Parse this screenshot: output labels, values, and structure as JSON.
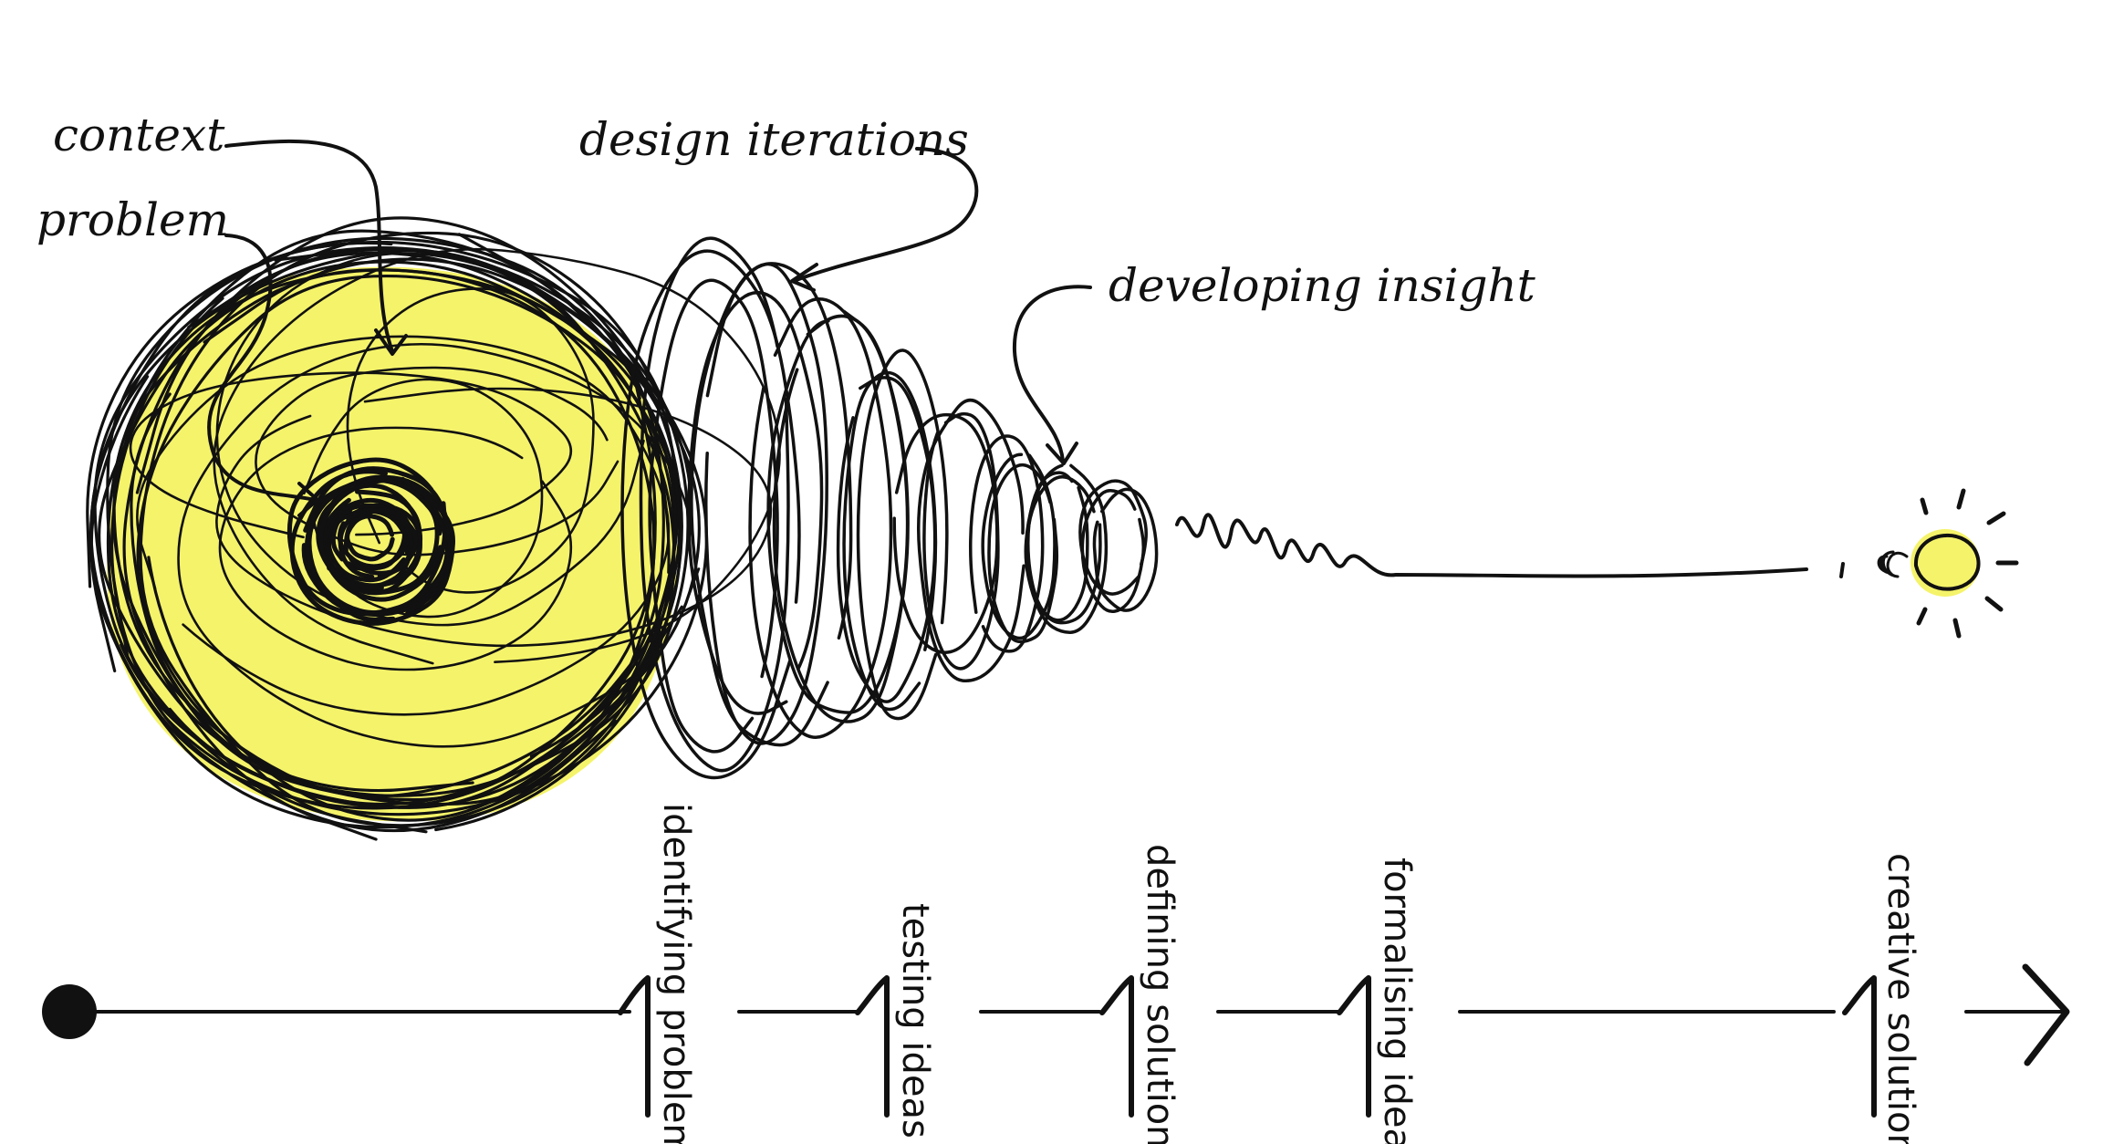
{
  "colors": {
    "ink": "#111111",
    "highlight": "#f5f36a"
  },
  "annotations": {
    "context": "context",
    "problem": "problem",
    "design_iterations": "design iterations",
    "developing_insight": "developing insight"
  },
  "timeline": {
    "stages": [
      "identifying problem",
      "testing ideas",
      "defining solution",
      "formalising idea",
      "creative solution"
    ]
  },
  "icons": {
    "start": "start-dot-icon",
    "end": "arrow-right-icon",
    "bulb": "lightbulb-icon"
  }
}
